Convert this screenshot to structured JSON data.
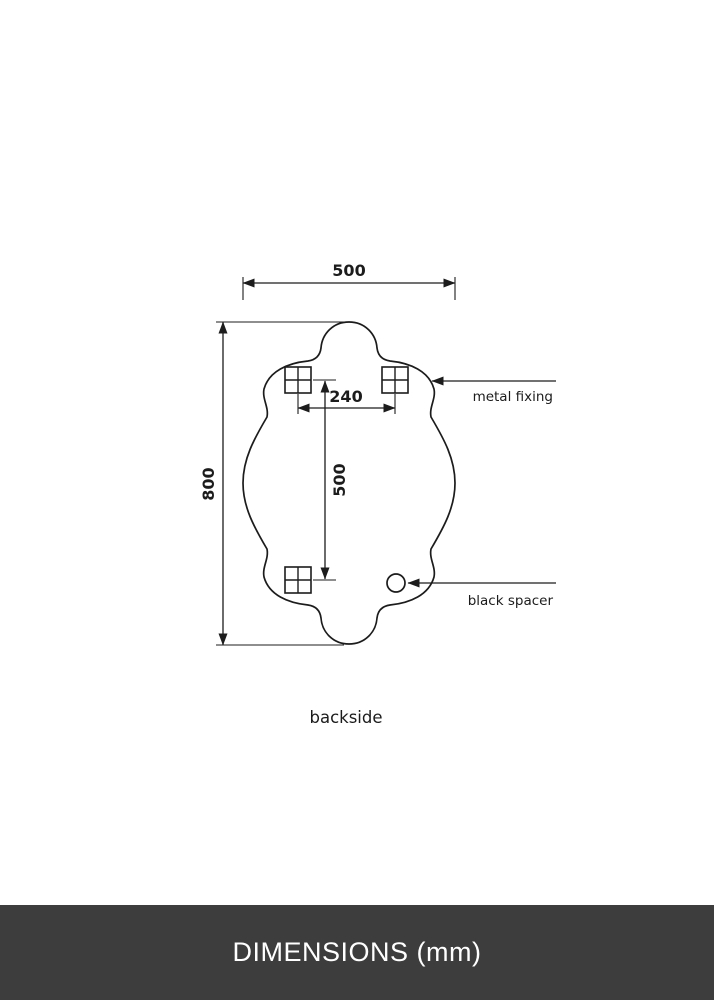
{
  "diagram": {
    "dimensions": {
      "overall_width_mm": "500",
      "overall_height_mm": "800",
      "fixing_horizontal_spacing_mm": "240",
      "fixing_vertical_spacing_mm": "500"
    },
    "annotations": {
      "metal_fixing": "metal fixing",
      "black_spacer": "black spacer"
    },
    "caption": "backside"
  },
  "footer": {
    "title": "DIMENSIONS (mm)"
  },
  "colors": {
    "line": "#1c1c1c",
    "footer_background": "#3d3d3d",
    "footer_text": "#ffffff",
    "canvas_background": "#ffffff"
  }
}
